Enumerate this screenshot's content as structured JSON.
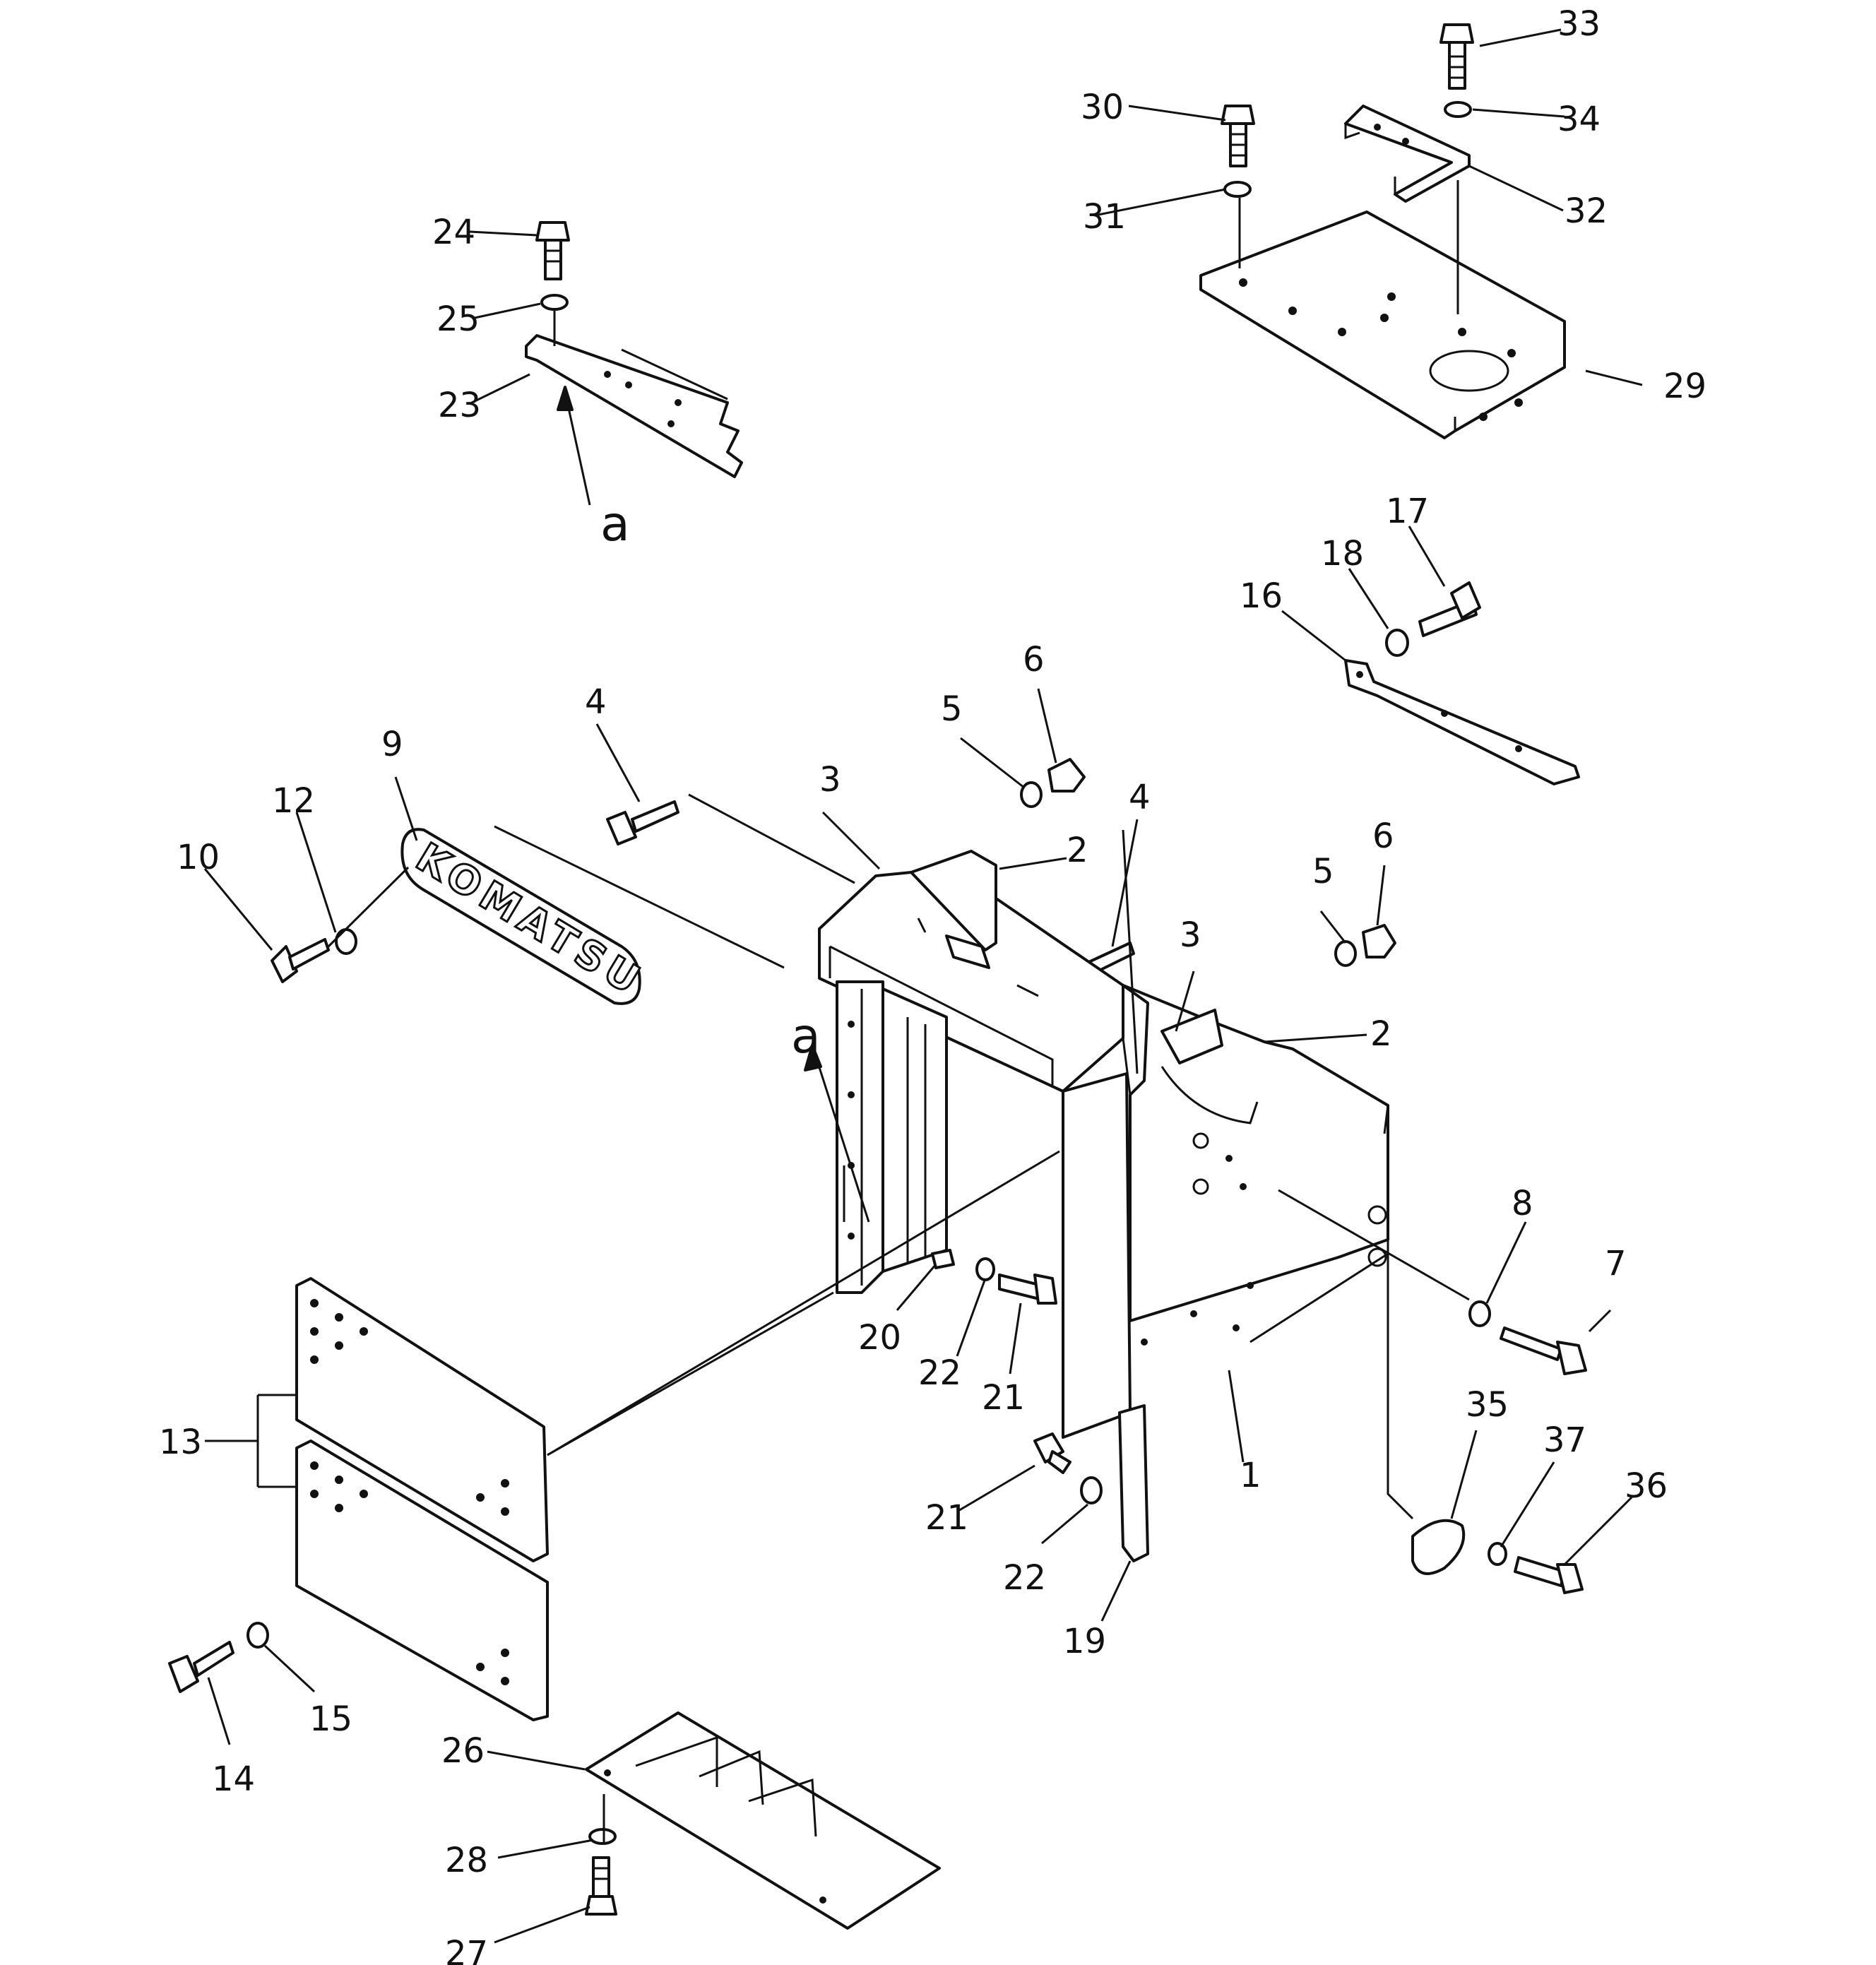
{
  "diagram": {
    "logo_text": "KOMATSU",
    "view_markers": [
      "a",
      "a"
    ],
    "callouts": [
      "1",
      "2",
      "2",
      "3",
      "3",
      "4",
      "4",
      "5",
      "5",
      "6",
      "6",
      "7",
      "8",
      "9",
      "10",
      "12",
      "13",
      "14",
      "15",
      "16",
      "17",
      "18",
      "19",
      "20",
      "21",
      "21",
      "22",
      "22",
      "23",
      "24",
      "25",
      "26",
      "27",
      "28",
      "29",
      "30",
      "31",
      "32",
      "33",
      "34",
      "35",
      "36",
      "37"
    ]
  }
}
